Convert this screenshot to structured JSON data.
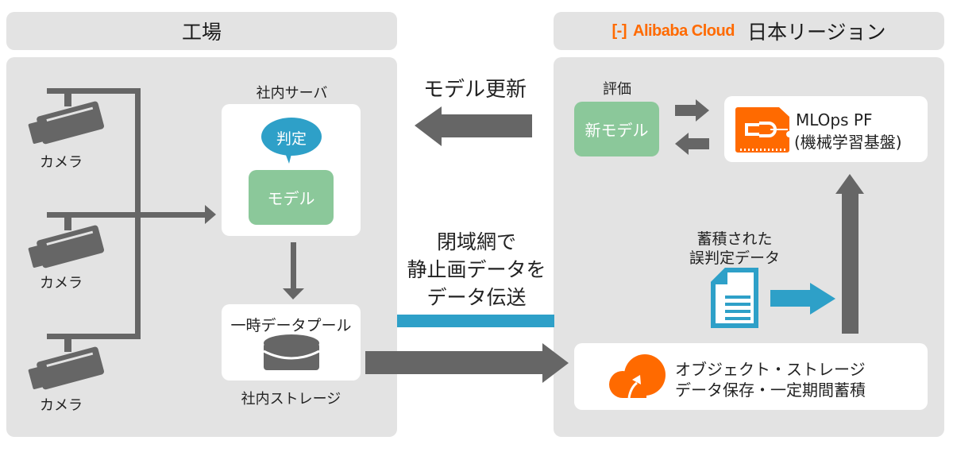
{
  "factory": {
    "title": "工場",
    "cameras": [
      {
        "label": "カメラ"
      },
      {
        "label": "カメラ"
      },
      {
        "label": "カメラ"
      }
    ],
    "server": {
      "title": "社内サーバ",
      "judgement_bubble": "判定",
      "model_label": "モデル"
    },
    "storage": {
      "pool_label": "一時データプール",
      "caption": "社内ストレージ"
    }
  },
  "middle": {
    "model_update_label": "モデル更新",
    "transfer_lines": [
      "閉域網で",
      "静止画データを",
      "データ伝送"
    ]
  },
  "cloud": {
    "brand_logo": "[-]",
    "brand_name": "Alibaba Cloud",
    "title": "日本リージョン",
    "evaluation_label": "評価",
    "new_model_label": "新モデル",
    "mlops": {
      "line1": "MLOps PF",
      "line2": "(機械学習基盤)"
    },
    "misjudged": {
      "line1": "蓄積された",
      "line2": "誤判定データ"
    },
    "object_storage": {
      "line1": "オブジェクト・ストレージ",
      "line2": "データ保存・一定期間蓄積"
    }
  },
  "colors": {
    "panel_bg": "#e3e3e3",
    "arrow_gray": "#666666",
    "accent_blue": "#2ea0c8",
    "model_green": "#8bc89a",
    "alibaba_orange": "#ff6a00"
  }
}
